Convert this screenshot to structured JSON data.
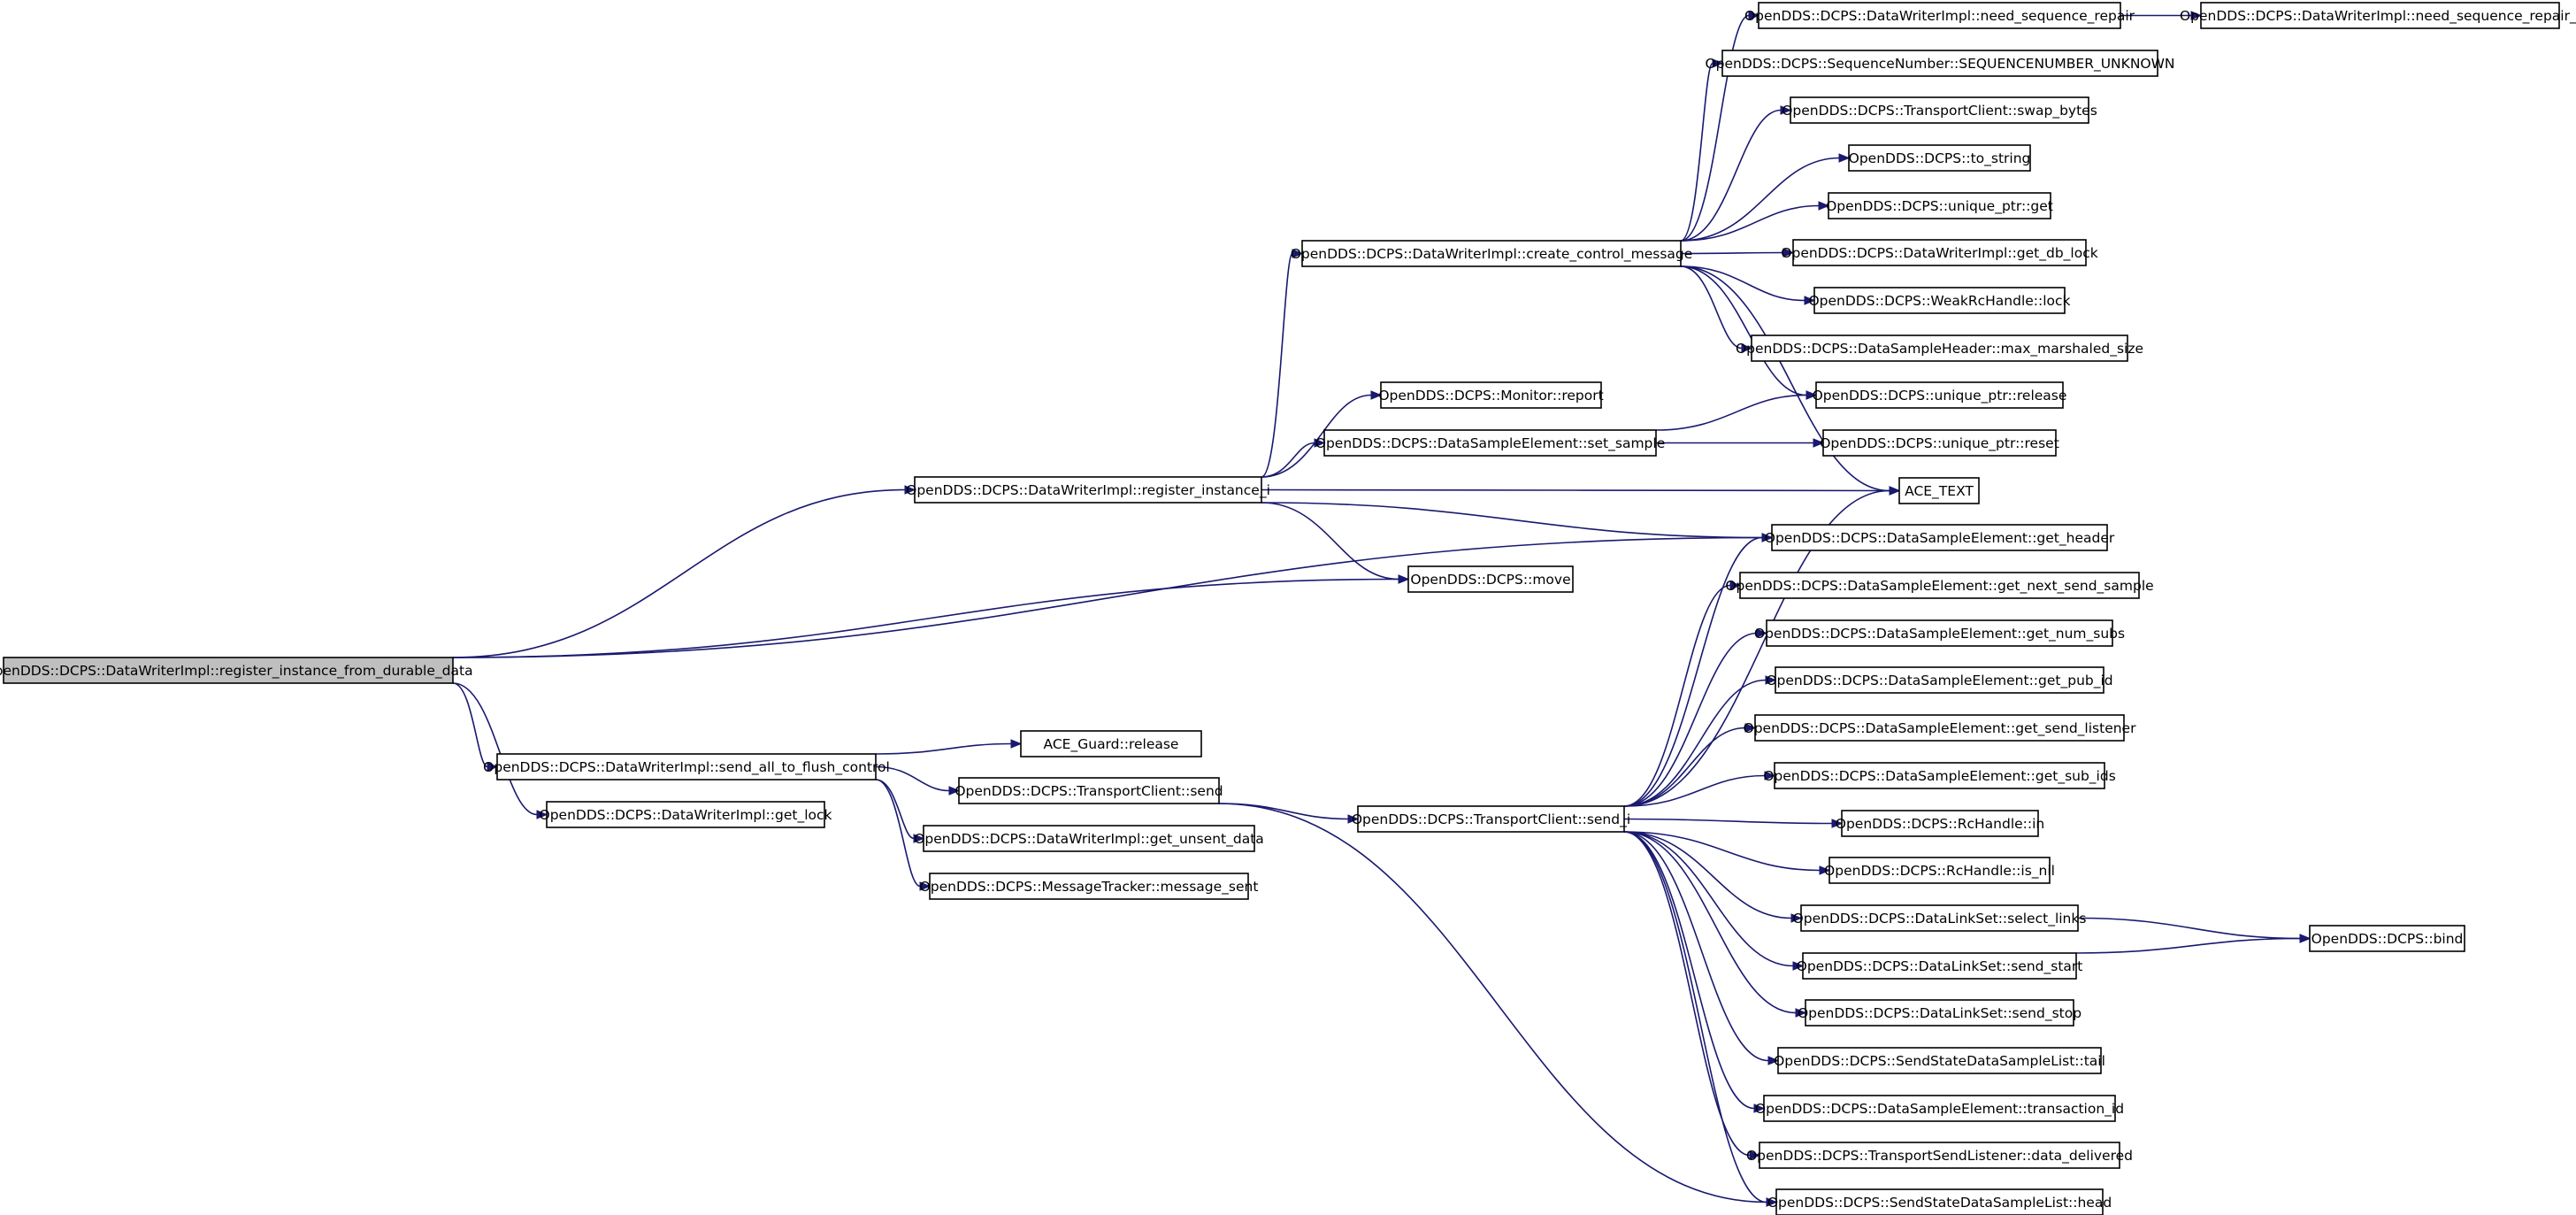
{
  "nodes": [
    {
      "id": "n0",
      "label": "OpenDDS::DCPS::DataWriterImpl::register_instance_from_durable_data",
      "highlighted": true
    },
    {
      "id": "n1",
      "label": "OpenDDS::DCPS::DataWriterImpl::register_instance_i"
    },
    {
      "id": "n2",
      "label": "OpenDDS::DCPS::DataWriterImpl::send_all_to_flush_control"
    },
    {
      "id": "n3",
      "label": "OpenDDS::DCPS::DataWriterImpl::get_lock"
    },
    {
      "id": "n4",
      "label": "OpenDDS::DCPS::DataWriterImpl::create_control_message"
    },
    {
      "id": "n5",
      "label": "OpenDDS::DCPS::Monitor::report"
    },
    {
      "id": "n6",
      "label": "OpenDDS::DCPS::DataSampleElement::set_sample"
    },
    {
      "id": "n7",
      "label": "OpenDDS::DCPS::move"
    },
    {
      "id": "n8",
      "label": "ACE_Guard::release"
    },
    {
      "id": "n9",
      "label": "OpenDDS::DCPS::TransportClient::send"
    },
    {
      "id": "n10",
      "label": "OpenDDS::DCPS::DataWriterImpl::get_unsent_data"
    },
    {
      "id": "n11",
      "label": "OpenDDS::DCPS::MessageTracker::message_sent"
    },
    {
      "id": "n12",
      "label": "OpenDDS::DCPS::TransportClient::send_i"
    },
    {
      "id": "n13",
      "label": "OpenDDS::DCPS::DataWriterImpl::need_sequence_repair"
    },
    {
      "id": "n14",
      "label": "OpenDDS::DCPS::SequenceNumber::SEQUENCENUMBER_UNKNOWN"
    },
    {
      "id": "n15",
      "label": "OpenDDS::DCPS::TransportClient::swap_bytes"
    },
    {
      "id": "n16",
      "label": "OpenDDS::DCPS::to_string"
    },
    {
      "id": "n17",
      "label": "OpenDDS::DCPS::unique_ptr::get"
    },
    {
      "id": "n18",
      "label": "OpenDDS::DCPS::DataWriterImpl::get_db_lock"
    },
    {
      "id": "n19",
      "label": "OpenDDS::DCPS::WeakRcHandle::lock"
    },
    {
      "id": "n20",
      "label": "OpenDDS::DCPS::DataSampleHeader::max_marshaled_size"
    },
    {
      "id": "n21",
      "label": "OpenDDS::DCPS::unique_ptr::release"
    },
    {
      "id": "n22",
      "label": "OpenDDS::DCPS::unique_ptr::reset"
    },
    {
      "id": "n23",
      "label": "ACE_TEXT"
    },
    {
      "id": "n24",
      "label": "OpenDDS::DCPS::DataSampleElement::get_header"
    },
    {
      "id": "n25",
      "label": "OpenDDS::DCPS::DataSampleElement::get_next_send_sample"
    },
    {
      "id": "n26",
      "label": "OpenDDS::DCPS::DataSampleElement::get_num_subs"
    },
    {
      "id": "n27",
      "label": "OpenDDS::DCPS::DataSampleElement::get_pub_id"
    },
    {
      "id": "n28",
      "label": "OpenDDS::DCPS::DataSampleElement::get_send_listener"
    },
    {
      "id": "n29",
      "label": "OpenDDS::DCPS::DataSampleElement::get_sub_ids"
    },
    {
      "id": "n30",
      "label": "OpenDDS::DCPS::RcHandle::in"
    },
    {
      "id": "n31",
      "label": "OpenDDS::DCPS::RcHandle::is_nil"
    },
    {
      "id": "n32",
      "label": "OpenDDS::DCPS::DataLinkSet::select_links"
    },
    {
      "id": "n33",
      "label": "OpenDDS::DCPS::DataLinkSet::send_start"
    },
    {
      "id": "n34",
      "label": "OpenDDS::DCPS::DataLinkSet::send_stop"
    },
    {
      "id": "n35",
      "label": "OpenDDS::DCPS::SendStateDataSampleList::tail"
    },
    {
      "id": "n36",
      "label": "OpenDDS::DCPS::DataSampleElement::transaction_id"
    },
    {
      "id": "n37",
      "label": "OpenDDS::DCPS::TransportSendListener::data_delivered"
    },
    {
      "id": "n38",
      "label": "OpenDDS::DCPS::SendStateDataSampleList::head"
    },
    {
      "id": "n39",
      "label": "OpenDDS::DCPS::DataWriterImpl::need_sequence_repair_i"
    },
    {
      "id": "n40",
      "label": "OpenDDS::DCPS::bind"
    }
  ],
  "edges": [
    [
      "n0",
      "n1"
    ],
    [
      "n0",
      "n7"
    ],
    [
      "n0",
      "n24"
    ],
    [
      "n0",
      "n2"
    ],
    [
      "n0",
      "n3"
    ],
    [
      "n1",
      "n4"
    ],
    [
      "n1",
      "n5"
    ],
    [
      "n1",
      "n6"
    ],
    [
      "n1",
      "n23"
    ],
    [
      "n1",
      "n24"
    ],
    [
      "n1",
      "n7"
    ],
    [
      "n4",
      "n13"
    ],
    [
      "n4",
      "n14"
    ],
    [
      "n4",
      "n15"
    ],
    [
      "n4",
      "n16"
    ],
    [
      "n4",
      "n17"
    ],
    [
      "n4",
      "n18"
    ],
    [
      "n4",
      "n19"
    ],
    [
      "n4",
      "n20"
    ],
    [
      "n4",
      "n21"
    ],
    [
      "n4",
      "n23"
    ],
    [
      "n6",
      "n21"
    ],
    [
      "n6",
      "n22"
    ],
    [
      "n13",
      "n39"
    ],
    [
      "n2",
      "n8"
    ],
    [
      "n2",
      "n9"
    ],
    [
      "n2",
      "n10"
    ],
    [
      "n2",
      "n11"
    ],
    [
      "n9",
      "n12"
    ],
    [
      "n9",
      "n38"
    ],
    [
      "n12",
      "n23"
    ],
    [
      "n12",
      "n24"
    ],
    [
      "n12",
      "n25"
    ],
    [
      "n12",
      "n26"
    ],
    [
      "n12",
      "n27"
    ],
    [
      "n12",
      "n28"
    ],
    [
      "n12",
      "n29"
    ],
    [
      "n12",
      "n30"
    ],
    [
      "n12",
      "n31"
    ],
    [
      "n12",
      "n32"
    ],
    [
      "n12",
      "n33"
    ],
    [
      "n12",
      "n34"
    ],
    [
      "n12",
      "n35"
    ],
    [
      "n12",
      "n36"
    ],
    [
      "n12",
      "n37"
    ],
    [
      "n12",
      "n38"
    ],
    [
      "n32",
      "n40"
    ],
    [
      "n33",
      "n40"
    ]
  ]
}
